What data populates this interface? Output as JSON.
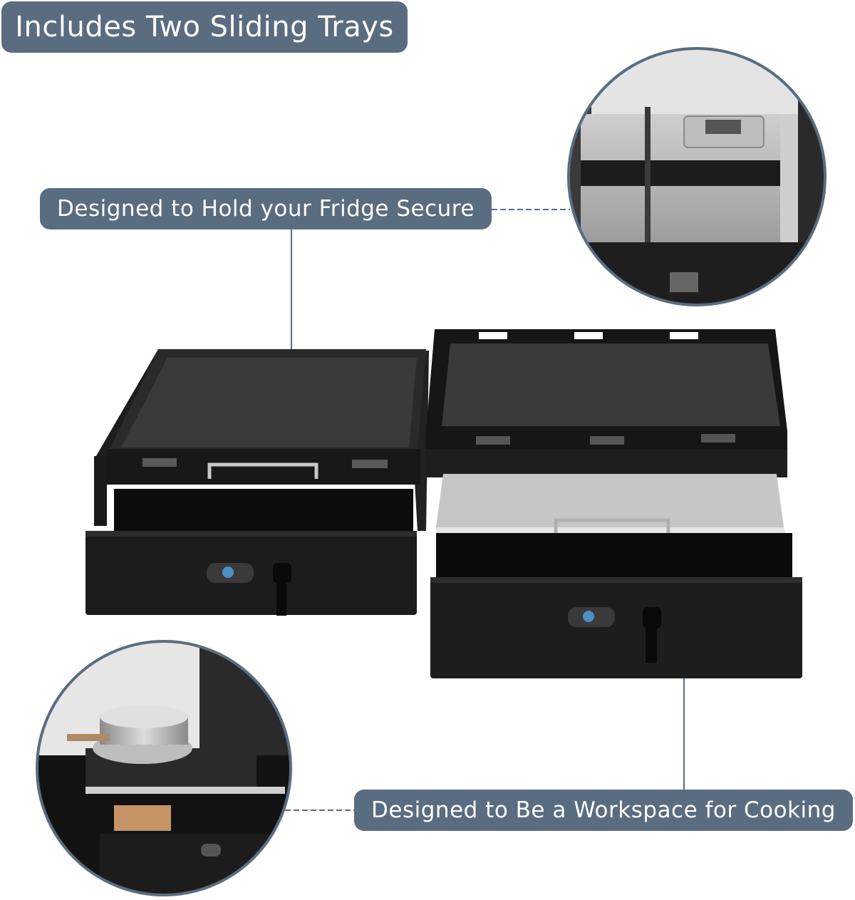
{
  "labels": {
    "title": "Includes Two Sliding Trays",
    "fridge": "Designed to Hold your Fridge Secure",
    "cooking": "Designed to Be a Workspace for Cooking"
  },
  "colors": {
    "label_bg": "#5a6c80",
    "label_text": "#ffffff",
    "accent": "#5a6c80",
    "product": "#141414"
  },
  "icons": {
    "fridge_detail": "fridge-photo-icon",
    "stove_detail": "stove-photo-icon"
  }
}
